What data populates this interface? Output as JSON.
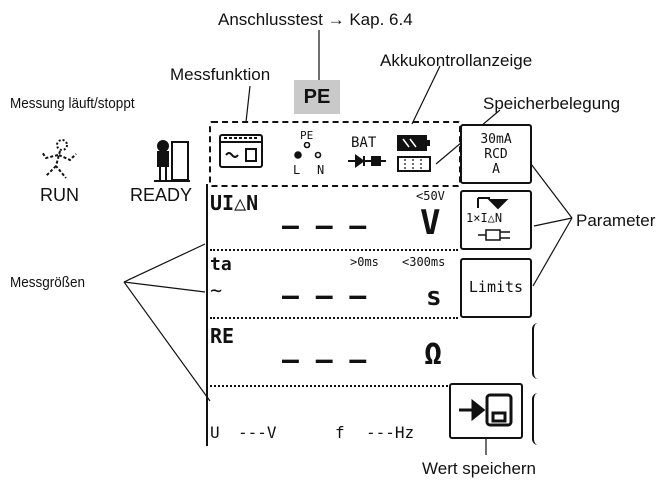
{
  "callouts": {
    "anschlusstest": "Anschlusstest → Kap. 6.4",
    "messfunktion": "Messfunktion",
    "akkukontrollanzeige": "Akkukontrollanzeige",
    "messung_laeuft": "Messung läuft/stoppt",
    "speicherbelegung": "Speicherbelegung",
    "parameter": "Parameter",
    "messgroessen": "Messgrößen",
    "wert_speichern": "Wert speichern"
  },
  "status": {
    "run": "RUN",
    "ready": "READY"
  },
  "display": {
    "pe_badge": "PE",
    "pe_small": "PE",
    "l_label": "L",
    "n_label": "N",
    "bat_label": "BAT",
    "row1": {
      "quantity": "UI△N",
      "limit": "<50V",
      "value": "– – –",
      "unit": "V"
    },
    "row2": {
      "quantity": "ta",
      "min": ">0ms",
      "max": "<300ms",
      "value": "– – –",
      "unit": "s"
    },
    "row3": {
      "quantity": "RE",
      "value": "– – –",
      "unit": "Ω"
    },
    "row4": {
      "u_label": "U",
      "u_value": "---V",
      "f_label": "f",
      "f_value": "---Hz"
    }
  },
  "buttons": {
    "rcd_line1": "30mA",
    "rcd_line2": "RCD",
    "rcd_line3": "A",
    "param_label": "1×I△N",
    "limits": "Limits"
  }
}
